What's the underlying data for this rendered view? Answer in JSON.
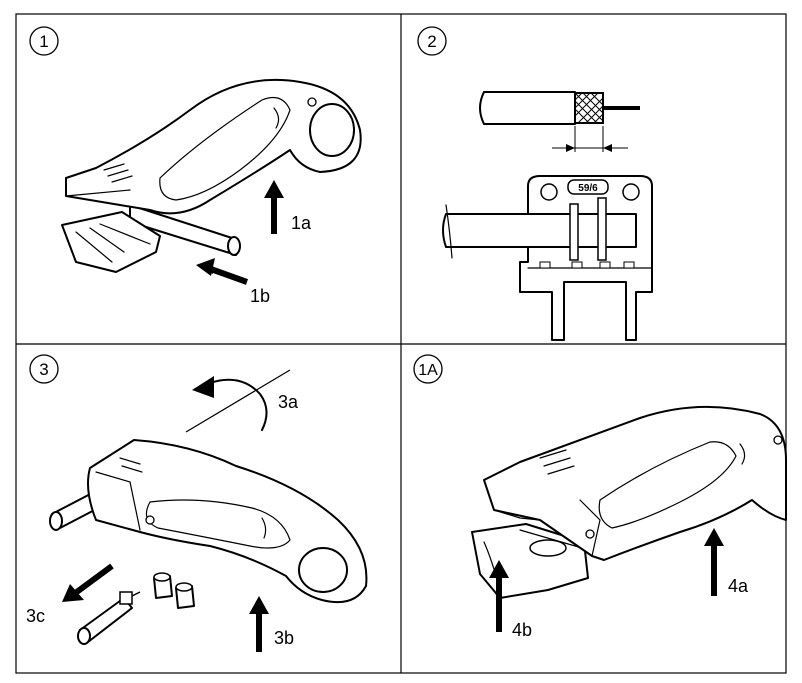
{
  "panels": [
    {
      "badge": "1",
      "labels": {
        "a": "1a",
        "b": "1b"
      }
    },
    {
      "badge": "2",
      "gauge_text": "59/6"
    },
    {
      "badge": "3",
      "labels": {
        "a": "3a",
        "b": "3b",
        "c": "3c"
      }
    },
    {
      "badge": "1A",
      "labels": {
        "a": "4a",
        "b": "4b"
      }
    }
  ]
}
